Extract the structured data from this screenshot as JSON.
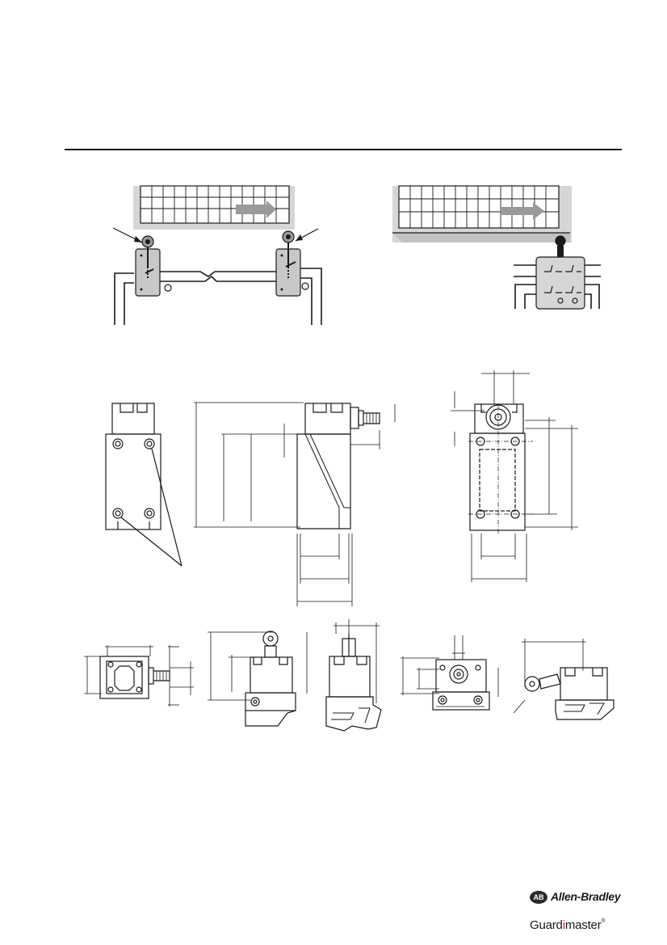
{
  "brand": {
    "company": "Allen-Bradley",
    "badge": "AB",
    "product_line_a": "Guard",
    "product_line_mid": "i",
    "product_line_b": "master",
    "registered": "®"
  },
  "colors": {
    "frame": "#d6d6d6",
    "line": "#1a1a1a",
    "switch_body": "#c8c8c8",
    "arrow": "#9a9a9a",
    "logo_red": "#c0282d"
  }
}
